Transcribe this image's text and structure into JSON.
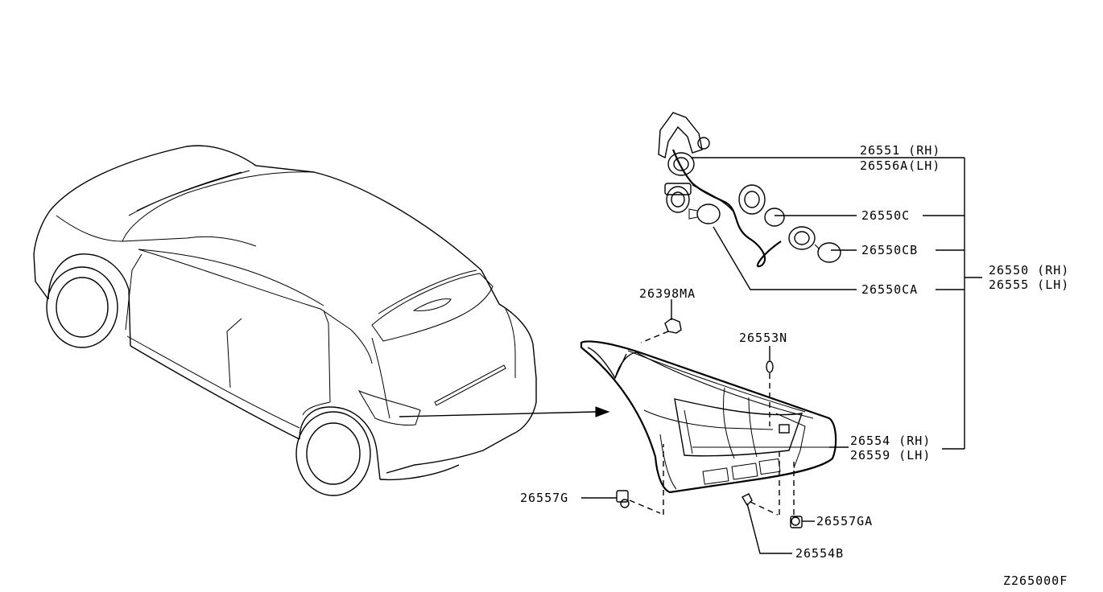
{
  "diagram": {
    "code": "Z265000F",
    "labels": {
      "p26551": "26551 (RH)",
      "p26556A": "26556A(LH)",
      "p26550C": "26550C",
      "p26550CB": "26550CB",
      "p26550CA": "26550CA",
      "p26550": "26550 (RH)",
      "p26555": "26555 (LH)",
      "p26398MA": "26398MA",
      "p26553N": "26553N",
      "p26554": "26554 (RH)",
      "p26559": "26559 (LH)",
      "p26557G": "26557G",
      "p26557GA": "26557GA",
      "p26554B": "26554B"
    }
  }
}
